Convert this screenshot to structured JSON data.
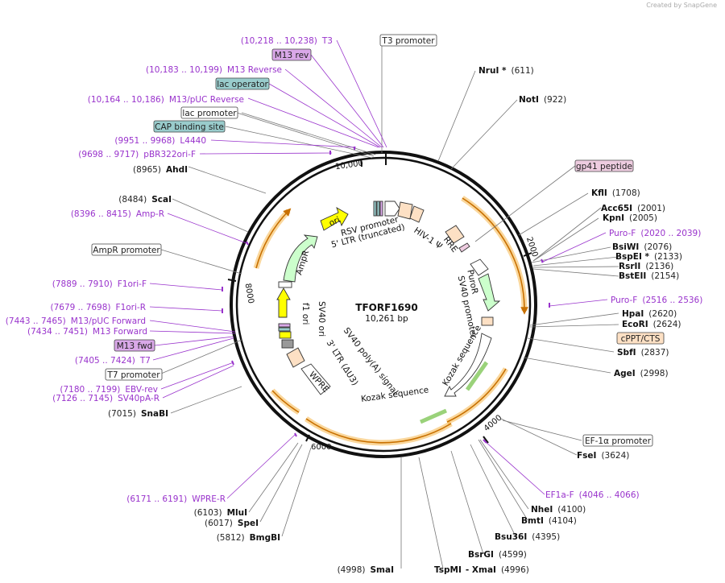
{
  "credit": "Created by  SnapGene",
  "plasmid": {
    "name": "TFORF1690",
    "length_label": "10,261 bp"
  },
  "ring_ticks": [
    "10,000",
    "2000",
    "4000",
    "6000",
    "8000"
  ],
  "sites": {
    "t3": {
      "name": "T3",
      "pos": "(10,218 .. 10,238)"
    },
    "m13rev_box": {
      "name": "M13 rev"
    },
    "m13reverse": {
      "name": "M13 Reverse",
      "pos": "(10,183 .. 10,199)"
    },
    "lacop": {
      "name": "lac operator"
    },
    "m13puc_rev": {
      "name": "M13/pUC Reverse",
      "pos": "(10,164 .. 10,186)"
    },
    "lacprom": {
      "name": "lac promoter"
    },
    "cap": {
      "name": "CAP binding site"
    },
    "l4440": {
      "name": "L4440",
      "pos": "(9951 .. 9968)"
    },
    "pbr322": {
      "name": "pBR322ori-F",
      "pos": "(9698 .. 9717)"
    },
    "ahdi": {
      "name": "AhdI",
      "pos": "(8965)"
    },
    "scai": {
      "name": "ScaI",
      "pos": "(8484)"
    },
    "ampr_p": {
      "name": "Amp-R",
      "pos": "(8396 .. 8415)"
    },
    "ampr_prom": {
      "name": "AmpR promoter"
    },
    "f1orif": {
      "name": "F1ori-F",
      "pos": "(7889 .. 7910)"
    },
    "f1orir": {
      "name": "F1ori-R",
      "pos": "(7679 .. 7698)"
    },
    "m13puc_fwd": {
      "name": "M13/pUC Forward",
      "pos": "(7443 .. 7465)"
    },
    "m13forward": {
      "name": "M13 Forward",
      "pos": "(7434 .. 7451)"
    },
    "m13fwd_box": {
      "name": "M13 fwd"
    },
    "t7": {
      "name": "T7",
      "pos": "(7405 .. 7424)"
    },
    "t7prom": {
      "name": "T7 promoter"
    },
    "ebvrev": {
      "name": "EBV-rev",
      "pos": "(7180 .. 7199)"
    },
    "sv40par": {
      "name": "SV40pA-R",
      "pos": "(7126 .. 7145)"
    },
    "snabi": {
      "name": "SnaBI",
      "pos": "(7015)"
    },
    "wprer": {
      "name": "WPRE-R",
      "pos": "(6171 .. 6191)"
    },
    "mlui": {
      "name": "MluI",
      "pos": "(6103)"
    },
    "spei": {
      "name": "SpeI",
      "pos": "(6017)"
    },
    "bmgbi": {
      "name": "BmgBI",
      "pos": "(5812)"
    },
    "smai": {
      "name": "SmaI",
      "pos": "(4998)"
    },
    "tspmi": {
      "name": "TspMI",
      "pos": ""
    },
    "xmai": {
      "name": "XmaI",
      "pos": "(4996)"
    },
    "bsrgi": {
      "name": "BsrGI",
      "pos": "(4599)"
    },
    "bsu36i": {
      "name": "Bsu36I",
      "pos": "(4395)"
    },
    "bmti": {
      "name": "BmtI",
      "pos": "(4104)"
    },
    "nhei": {
      "name": "NheI",
      "pos": "(4100)"
    },
    "ef1af": {
      "name": "EF1a-F",
      "pos": "(4046 .. 4066)"
    },
    "fsei": {
      "name": "FseI",
      "pos": "(3624)"
    },
    "ef1aprom": {
      "name": "EF-1α promoter"
    },
    "agei": {
      "name": "AgeI",
      "pos": "(2998)"
    },
    "sbfi": {
      "name": "SbfI",
      "pos": "(2837)"
    },
    "cppt": {
      "name": "cPPT/CTS"
    },
    "ecori": {
      "name": "EcoRI",
      "pos": "(2624)"
    },
    "hpai": {
      "name": "HpaI",
      "pos": "(2620)"
    },
    "purof2": {
      "name": "Puro-F",
      "pos": "(2516 .. 2536)"
    },
    "bsteii": {
      "name": "BstEII",
      "pos": "(2154)"
    },
    "rsrii": {
      "name": "RsrII",
      "pos": "(2136)"
    },
    "bspei": {
      "name": "BspEI *",
      "pos": "(2133)"
    },
    "bsiwi": {
      "name": "BsiWI",
      "pos": "(2076)"
    },
    "purof1": {
      "name": "Puro-F",
      "pos": "(2020 .. 2039)"
    },
    "kpni": {
      "name": "KpnI",
      "pos": "(2005)"
    },
    "acc65i": {
      "name": "Acc65I",
      "pos": "(2001)"
    },
    "kfli": {
      "name": "KflI",
      "pos": "(1708)"
    },
    "gp41": {
      "name": "gp41 peptide"
    },
    "noti": {
      "name": "NotI",
      "pos": "(922)"
    },
    "nrui": {
      "name": "NruI *",
      "pos": "(611)"
    },
    "t3prom": {
      "name": "T3 promoter"
    }
  },
  "features": {
    "rsv": "RSV promoter",
    "ltr5": "5' LTR (truncated)",
    "hiv": "HIV-1 Ψ",
    "rre": "RRE",
    "puror": "PuroR",
    "sv40prom": "SV40 promoter",
    "kozak1": "Kozak sequence",
    "kozak2": "Kozak sequence",
    "sv40pa": "SV40 poly(A) signal",
    "ltr3": "3' LTR (ΔU3)",
    "wpre": "WPRE",
    "sv40ori": "SV40 ori",
    "f1ori": "f1 ori",
    "ampr": "AmpR",
    "ori": "ori"
  },
  "colors": {
    "primer": "#9933cc",
    "ampr": "#ccffcc",
    "ori": "#ffff00",
    "orf": "#f5a623",
    "lacop_box": "#99cccc",
    "m13_box": "#d9a8e8",
    "gp41_box": "#eecce0",
    "cppt_box": "#fde0c4"
  }
}
